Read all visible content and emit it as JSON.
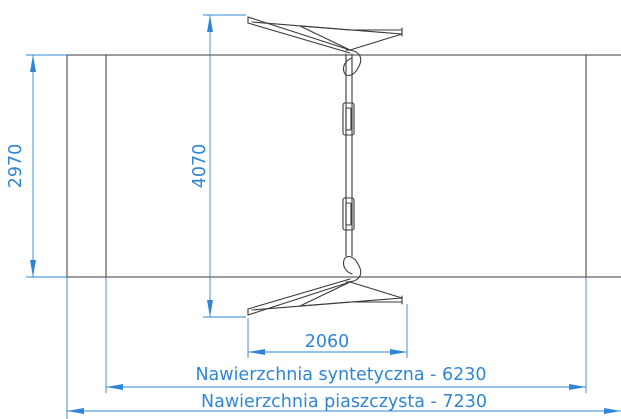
{
  "dimensions": {
    "height_surface": "2970",
    "height_overall": "4070",
    "width_frame": "2060",
    "synthetic_surface": "Nawierzchnia syntetyczna - 6230",
    "sand_surface": "Nawierzchnia piaszczysta - 7230"
  },
  "colors": {
    "outline": "#3a3a3a",
    "dimension": "#2f86d6",
    "background": "#ffffff"
  }
}
